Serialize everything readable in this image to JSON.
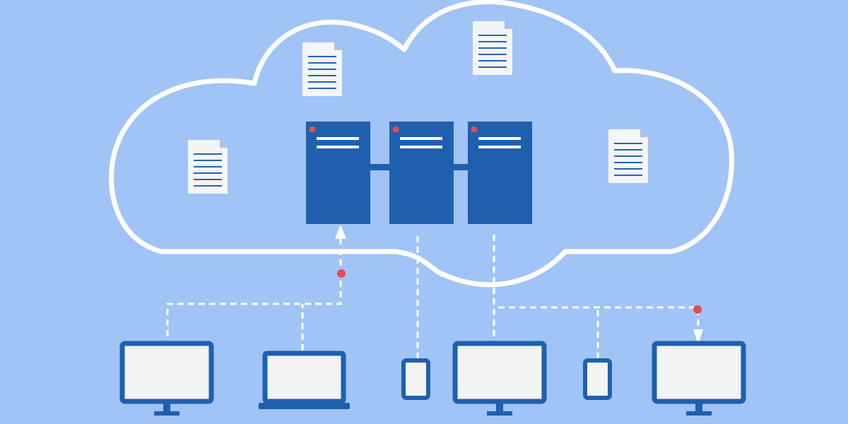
{
  "colors": {
    "background": "#a0c4f5",
    "cloud_outline": "#ffffff",
    "server_fill": "#1f5fae",
    "server_bar": "#ffffff",
    "status_dot": "#ee4755",
    "connector": "#ffffff",
    "device_frame": "#1f5fae",
    "device_screen": "#f2f3f5",
    "document_paper": "#f4f5f7",
    "document_lines": "#2a62b0"
  },
  "cloud": {
    "label": "cloud-storage-outline"
  },
  "servers": [
    {
      "name": "server-left",
      "status": "red"
    },
    {
      "name": "server-center",
      "status": "red"
    },
    {
      "name": "server-right",
      "status": "red"
    }
  ],
  "documents": [
    {
      "name": "document-top-left",
      "icon": "document-icon"
    },
    {
      "name": "document-top-right",
      "icon": "document-icon"
    },
    {
      "name": "document-left",
      "icon": "document-icon"
    },
    {
      "name": "document-right",
      "icon": "document-icon"
    }
  ],
  "devices": [
    {
      "name": "desktop-monitor-1",
      "icon": "monitor-icon"
    },
    {
      "name": "laptop",
      "icon": "laptop-icon"
    },
    {
      "name": "phone-1",
      "icon": "smartphone-icon"
    },
    {
      "name": "desktop-monitor-2",
      "icon": "monitor-icon"
    },
    {
      "name": "phone-2",
      "icon": "smartphone-icon"
    },
    {
      "name": "desktop-monitor-3",
      "icon": "monitor-icon"
    }
  ]
}
